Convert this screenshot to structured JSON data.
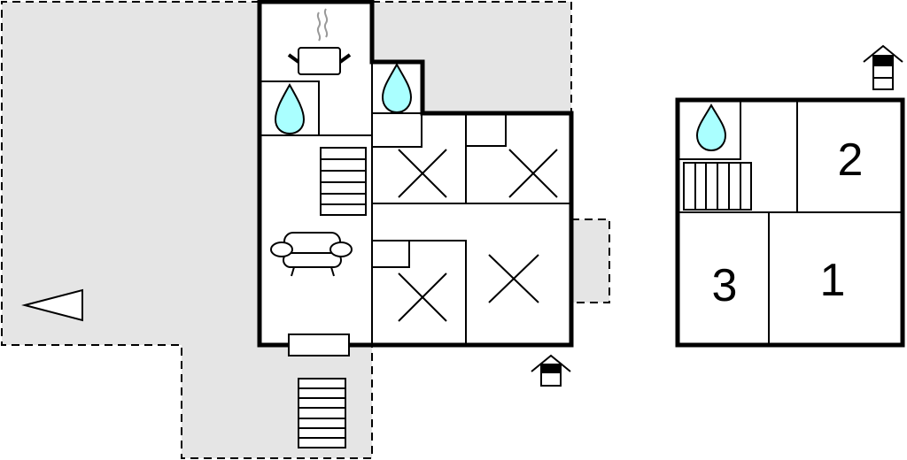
{
  "colors": {
    "terrace": "#e5e5e5",
    "water": "#aaffff",
    "wall": "#000000",
    "steam": "#999999"
  },
  "annex": {
    "room_labels": [
      {
        "id": "room-1",
        "label": "1"
      },
      {
        "id": "room-2",
        "label": "2"
      },
      {
        "id": "room-3",
        "label": "3"
      }
    ]
  }
}
